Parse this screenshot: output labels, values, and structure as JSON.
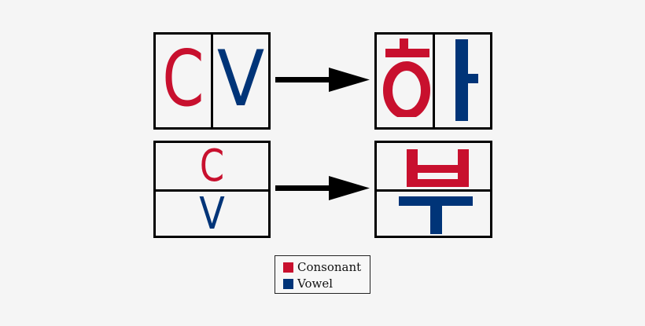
{
  "colors": {
    "consonant": "#c8102e",
    "vowel": "#003478",
    "border": "#000000",
    "background": "#f5f5f5"
  },
  "rows": [
    {
      "layout": "horizontal",
      "input": {
        "consonant": "C",
        "vowel": "V"
      },
      "output": {
        "syllable": "하",
        "consonant_jamo": "ㅎ",
        "vowel_jamo": "ㅏ"
      },
      "arrow": "arrow-right"
    },
    {
      "layout": "vertical",
      "input": {
        "consonant": "C",
        "vowel": "V"
      },
      "output": {
        "syllable": "부",
        "consonant_jamo": "ㅂ",
        "vowel_jamo": "ㅜ"
      },
      "arrow": "arrow-right"
    }
  ],
  "legend": {
    "items": [
      {
        "label": "Consonant",
        "color": "#c8102e"
      },
      {
        "label": "Vowel",
        "color": "#003478"
      }
    ]
  }
}
